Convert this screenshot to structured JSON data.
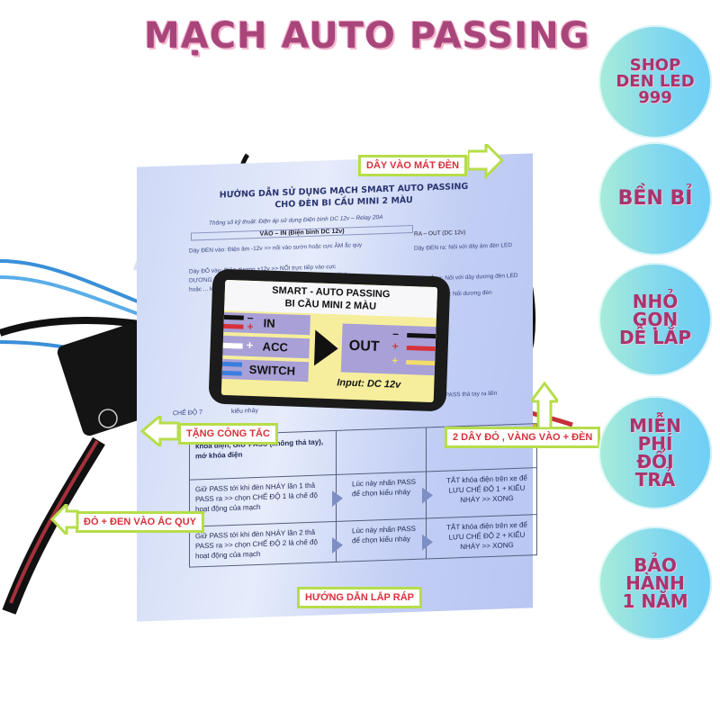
{
  "title": "MẠCH AUTO PASSING",
  "badges": [
    {
      "text": "SHOP\nDEN LED\n999"
    },
    {
      "text": "BỀN BỈ"
    },
    {
      "text": "NHỎ\nGỌN\nDỄ LẮP"
    },
    {
      "text": "MIỄN\nPHÍ\nĐỔI\nTRẢ"
    },
    {
      "text": "BẢO\nHÀNH\n1 NĂM"
    }
  ],
  "document": {
    "title_line1": "HƯỚNG DẪN SỬ DỤNG MẠCH SMART AUTO PASSING",
    "title_line2": "CHO ĐÈN BI CẦU MINI 2 MÀU",
    "spec": "Thông số kỹ thuật: Điện áp sử dụng Điện bình DC 12v – Relay 20A",
    "in_header": "VÀO – IN (Điện bình DC 12v)",
    "out_header": "RA – OUT (DC 12v)",
    "in_lines": [
      "Dây ĐEN vào: Điện âm -12v >> nối vào sườn hoặc cực ÂM ắc quy",
      "Dây ĐỎ vào: Điện dương +12v >> NỐI trực tiếp vào cực",
      "DƯƠNG ắc quy (cách đấu 1 – NÊN ĐẤU THEO CÁCH NÀY)",
      "hoặc ... khóa (cách đấu 2)"
    ],
    "out_lines": [
      "Dây ĐEN ra: Nối với dây âm đèn LED",
      "Dây ĐỎ ra: Nối với dây dương đèn LED",
      "Dây VÀNG ra: Nối dương đèn"
    ],
    "mode_label": "CHẾ ĐỘ 7",
    "mode_cell": "kiểu nháy",
    "hold_note": "Giữ PASS thả tay ra liền",
    "table": {
      "r0c0": "khóa điện, GIỮ PASS (không thả tay), mở khóa điện",
      "r1c0": "Giữ PASS tới khi đèn NHÁY lần 1 thả PASS ra >> chọn CHẾ ĐỘ 1 là chế độ hoạt động của mạch",
      "r1c1": "Lúc này nhấn PASS để chọn kiểu nháy",
      "r1c2": "TẮT khóa điện trên xe để LƯU CHẾ ĐỘ 1 + KIỂU NHÁY >> XONG",
      "r2c0": "Giữ PASS tới khi đèn NHÁY lần 2 thả PASS ra >> chọn CHẾ ĐỘ 2 là chế độ hoạt động của mạch",
      "r2c1": "Lúc này nhấn PASS để chọn kiểu nháy",
      "r2c2": "TẮT khóa điện trên xe để LƯU CHẾ ĐỘ 2 + KIỂU NHÁY >> XONG"
    }
  },
  "module": {
    "line1": "SMART - AUTO PASSING",
    "line2": "BI CẦU MINI 2 MÀU",
    "in_label": "IN",
    "acc_label": "ACC",
    "switch_label": "SWITCH",
    "out_label": "OUT",
    "input_label": "Input: DC 12v",
    "minus": "–",
    "plus": "+"
  },
  "callouts": {
    "lamp": "DÂY VÀO MÁT ĐÈN",
    "switch": "TẶNG CÔNG TẮC",
    "output": "2 DÂY ĐỎ , VÀNG VÀO + ĐÈN",
    "battery": "ĐỎ + ĐEN VÀO ẮC QUY",
    "guide": "HƯỚNG DẪN LẮP RÁP"
  },
  "colors": {
    "title": "#a8467b",
    "badge_text": "#a8346e",
    "callout_border": "#b6dd4a",
    "callout_text": "#d8313a"
  }
}
